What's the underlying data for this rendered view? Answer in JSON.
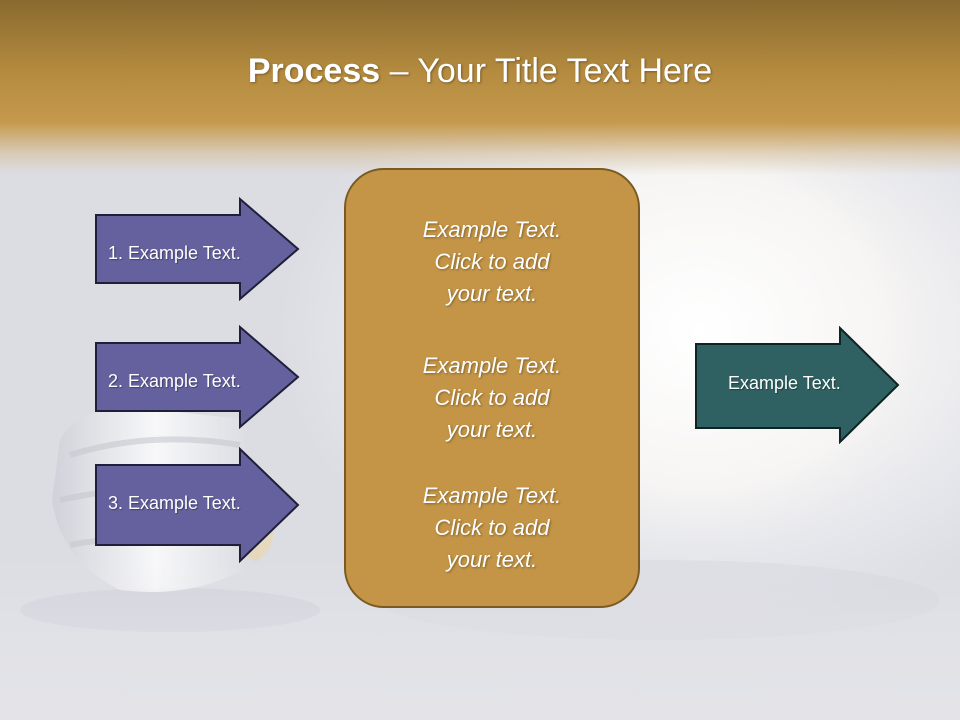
{
  "slide": {
    "title_bold": "Process",
    "title_rest": " – Your Title Text Here"
  },
  "left_arrows": [
    {
      "label": "1. Example Text."
    },
    {
      "label": "2. Example Text."
    },
    {
      "label": "3. Example Text."
    }
  ],
  "center_box": {
    "items": [
      {
        "line1": "Example Text.",
        "line2": "Click  to add",
        "line3": "your text."
      },
      {
        "line1": "Example Text.",
        "line2": "Click  to add",
        "line3": "your text."
      },
      {
        "line1": "Example Text.",
        "line2": "Click  to add",
        "line3": "your text."
      }
    ]
  },
  "right_arrow": {
    "label": "Example Text."
  },
  "colors": {
    "left_arrow_fill": "#64619e",
    "right_arrow_fill": "#2f6162",
    "center_box_fill": "#c49546",
    "header": "#b38a3e"
  }
}
